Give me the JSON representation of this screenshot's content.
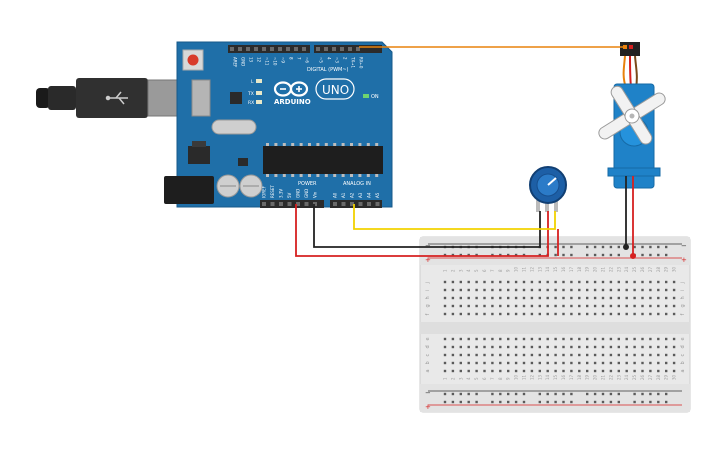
{
  "arduino": {
    "brand": "ARDUINO",
    "model": "UNO",
    "on_label": "ON",
    "tx_label": "TX",
    "rx_label": "RX",
    "l_label": "L",
    "digital_label": "DIGITAL (PWM~)",
    "power_label": "POWER",
    "analog_label": "ANALOG IN",
    "top_pin_labels": [
      "AREF",
      "GND",
      "13",
      "12",
      "~11",
      "~10",
      "~9",
      "8",
      "7",
      "~6",
      "~5",
      "4",
      "~3",
      "2",
      "TX→1",
      "RX←0"
    ],
    "power_pin_labels": [
      "IOREF",
      "RESET",
      "3.3V",
      "5V",
      "GND",
      "GND",
      "Vin"
    ],
    "analog_pin_labels": [
      "A0",
      "A1",
      "A2",
      "A3",
      "A4",
      "A5"
    ]
  },
  "breadboard": {
    "column_numbers": [
      "1",
      "2",
      "3",
      "4",
      "5",
      "6",
      "7",
      "8",
      "9",
      "10",
      "11",
      "12",
      "13",
      "14",
      "15",
      "16",
      "17",
      "18",
      "19",
      "20",
      "21",
      "22",
      "23",
      "24",
      "25",
      "26",
      "27",
      "28",
      "29",
      "30"
    ],
    "upper_row_letters": [
      "j",
      "i",
      "h",
      "g",
      "f"
    ],
    "lower_row_letters": [
      "e",
      "d",
      "c",
      "b",
      "a"
    ],
    "rail_minus": "−",
    "rail_plus": "+"
  },
  "colors": {
    "arduino_board": "#1f6fa8",
    "header": "#2b2b2b",
    "wire_orange": "#e8820c",
    "wire_red": "#d62020",
    "wire_black": "#222222",
    "wire_yellow": "#f2d200",
    "servo_body": "#1f82c8",
    "pot_knob": "#1d5fa6",
    "breadboard": "#e9e9e9"
  }
}
